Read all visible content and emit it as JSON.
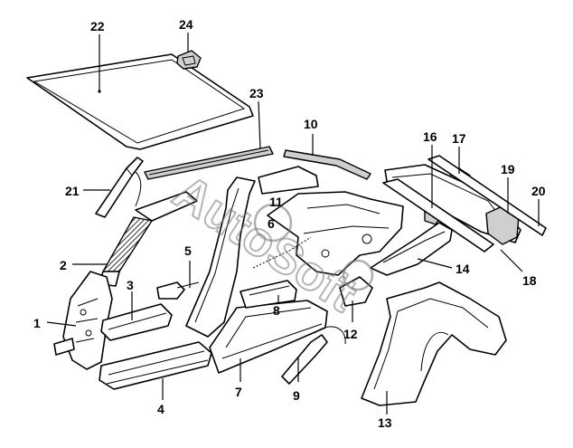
{
  "callouts": [
    "1",
    "2",
    "3",
    "4",
    "5",
    "6",
    "7",
    "8",
    "9",
    "10",
    "11",
    "12",
    "13",
    "14",
    "16",
    "17",
    "18",
    "19",
    "20",
    "21",
    "22",
    "23",
    "24"
  ],
  "watermark": {
    "text": "AutoSoft"
  }
}
